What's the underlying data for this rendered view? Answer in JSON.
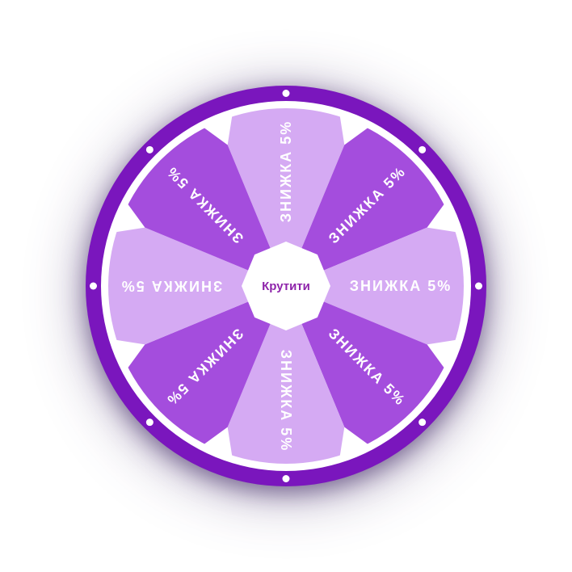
{
  "wheel": {
    "center_button": {
      "label": "Крутити"
    },
    "segments": [
      {
        "label": "ЗНИЖКА 5%",
        "tone": "light"
      },
      {
        "label": "ЗНИЖКА 5%",
        "tone": "dark"
      },
      {
        "label": "ЗНИЖКА 5%",
        "tone": "light"
      },
      {
        "label": "ЗНИЖКА 5%",
        "tone": "dark"
      },
      {
        "label": "ЗНИЖКА 5%",
        "tone": "light"
      },
      {
        "label": "ЗНИЖКА 5%",
        "tone": "dark"
      },
      {
        "label": "ЗНИЖКА 5%",
        "tone": "light"
      },
      {
        "label": "ЗНИЖКА 5%",
        "tone": "dark"
      }
    ],
    "colors": {
      "rim": "#7a16bd",
      "light": "#d5aaf3",
      "dark": "#a44ddd",
      "separator": "#ffffff",
      "label_text": "#ffffff",
      "button_bg": "#ffffff",
      "button_text": "#8e24aa"
    }
  }
}
